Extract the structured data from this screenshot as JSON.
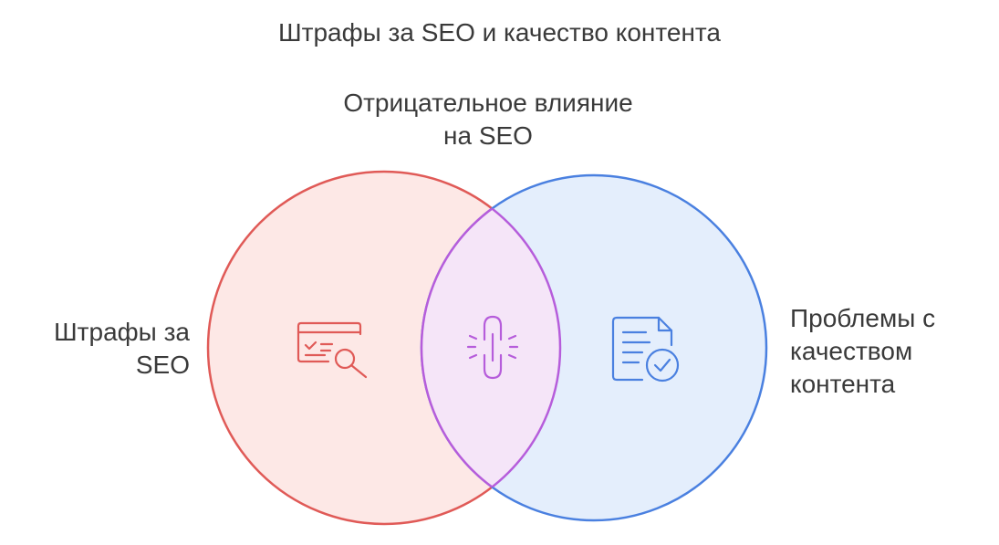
{
  "title": "Штрафы за SEO и качество контента",
  "labels": {
    "intersection": [
      "Отрицательное влияние",
      "на SEO"
    ],
    "left": [
      "Штрафы за",
      "SEO"
    ],
    "right": [
      "Проблемы с",
      "качеством",
      "контента"
    ]
  },
  "icons": {
    "left": "seo-audit-search-icon",
    "intersection": "broken-link-icon",
    "right": "document-check-icon"
  },
  "colors": {
    "left_stroke": "#e05a57",
    "left_fill": "#fde8e6",
    "right_stroke": "#4a80e0",
    "right_fill": "#e4eefc",
    "overlap_stroke": "#b65ddb",
    "overlap_fill": "#f5e5f8",
    "text": "#3a3a3a"
  }
}
